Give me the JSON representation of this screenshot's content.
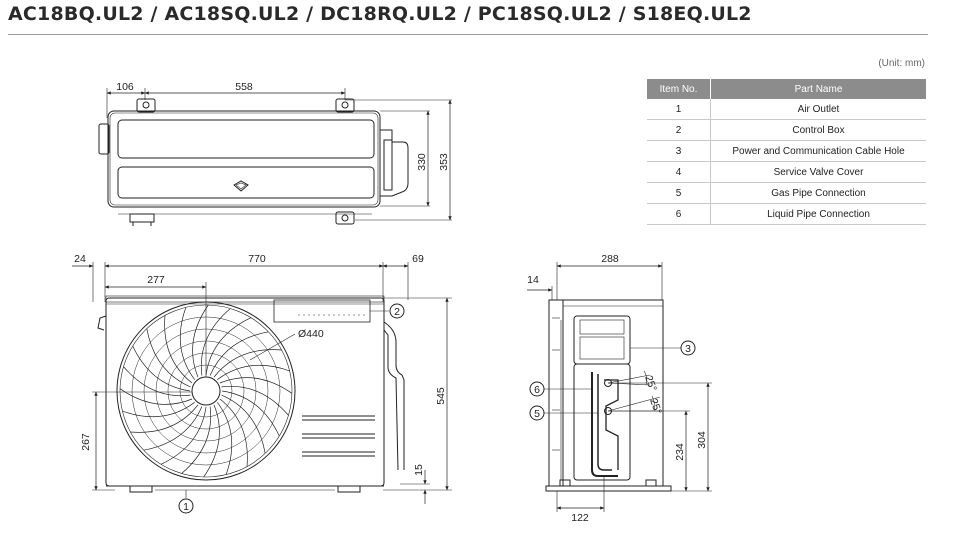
{
  "title": "AC18BQ.UL2 / AC18SQ.UL2 / DC18RQ.UL2 / PC18SQ.UL2 / S18EQ.UL2",
  "unit": "(Unit: mm)",
  "table": {
    "headers": [
      "Item No.",
      "Part Name"
    ],
    "rows": [
      {
        "no": "1",
        "name": "Air Outlet"
      },
      {
        "no": "2",
        "name": "Control Box"
      },
      {
        "no": "3",
        "name": "Power and Communication Cable Hole"
      },
      {
        "no": "4",
        "name": "Service Valve Cover"
      },
      {
        "no": "5",
        "name": "Gas Pipe Connection"
      },
      {
        "no": "6",
        "name": "Liquid Pipe Connection"
      }
    ]
  },
  "top_view": {
    "dim_106": "106",
    "dim_558": "558",
    "dim_330": "330",
    "dim_353": "353"
  },
  "front_view": {
    "dim_24": "24",
    "dim_770": "770",
    "dim_69": "69",
    "dim_277": "277",
    "dim_fan": "Ø440",
    "dim_545": "545",
    "dim_267": "267",
    "dim_15": "15",
    "callout_1": "1",
    "callout_2": "2"
  },
  "side_view": {
    "dim_288": "288",
    "dim_14": "14",
    "dim_304": "304",
    "dim_234": "234",
    "dim_122": "122",
    "angle_a": "25°",
    "angle_b": "25°",
    "callout_3": "3",
    "callout_5": "5",
    "callout_6": "6"
  }
}
